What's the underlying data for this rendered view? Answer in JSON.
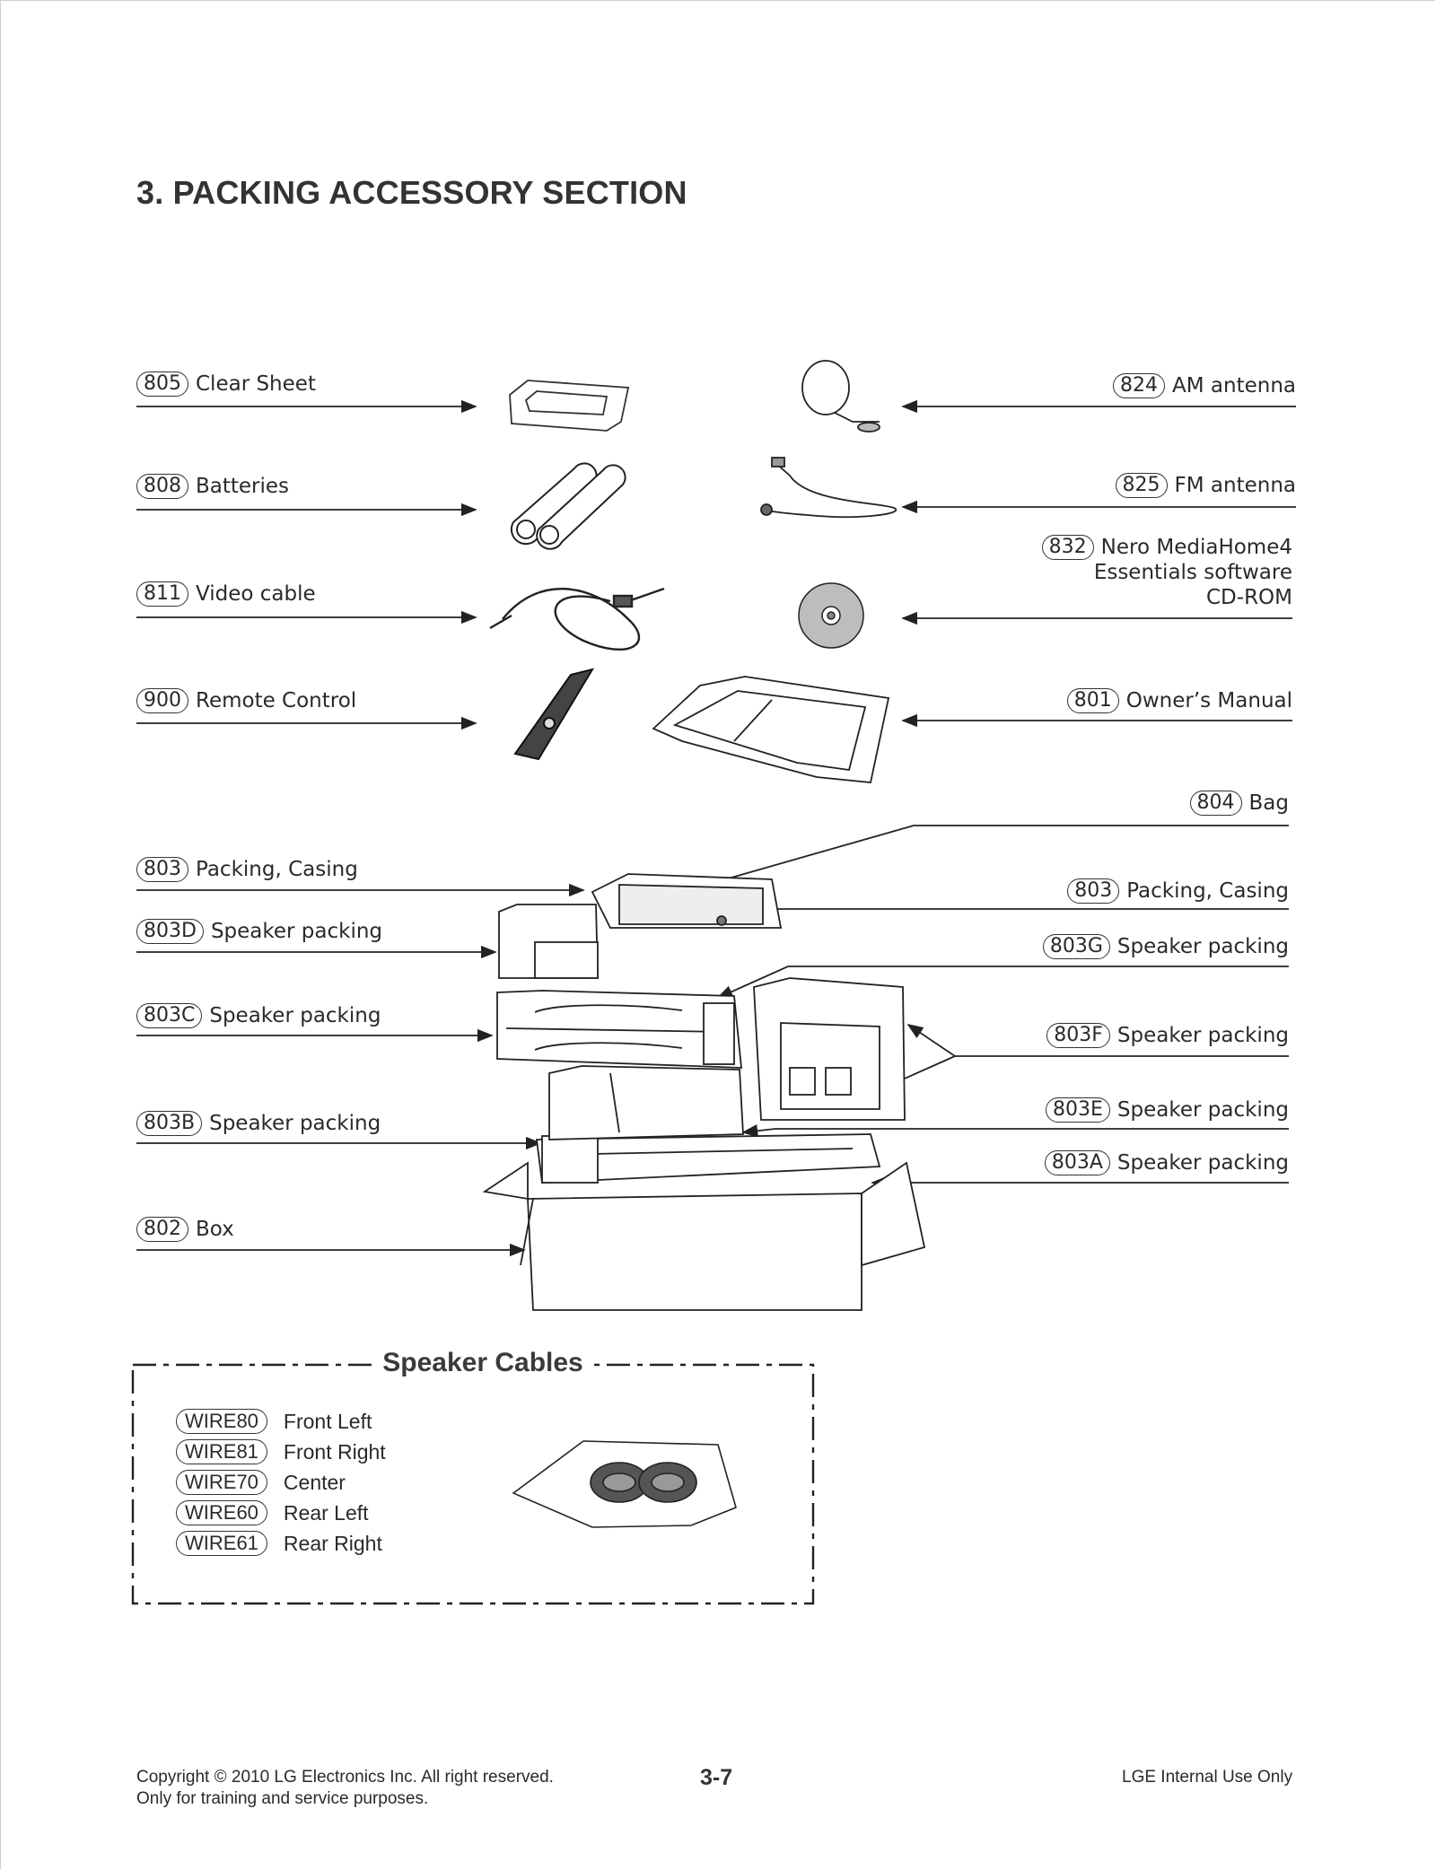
{
  "title": "3. PACKING ACCESSORY SECTION",
  "left_items": [
    {
      "num": "805",
      "label": "Clear Sheet"
    },
    {
      "num": "808",
      "label": "Batteries"
    },
    {
      "num": "811",
      "label": "Video cable"
    },
    {
      "num": "900",
      "label": "Remote Control"
    },
    {
      "num": "803",
      "label": "Packing, Casing"
    },
    {
      "num": "803D",
      "label": "Speaker packing"
    },
    {
      "num": "803C",
      "label": "Speaker packing"
    },
    {
      "num": "803B",
      "label": "Speaker packing"
    },
    {
      "num": "802",
      "label": "Box"
    }
  ],
  "right_items": [
    {
      "num": "824",
      "label": "AM antenna"
    },
    {
      "num": "825",
      "label": "FM antenna"
    },
    {
      "num": "832",
      "label": "Nero MediaHome4",
      "line2": "Essentials software",
      "line3": "CD-ROM"
    },
    {
      "num": "801",
      "label": "Owner’s Manual"
    },
    {
      "num": "804",
      "label": "Bag"
    },
    {
      "num": "803",
      "label": "Packing, Casing"
    },
    {
      "num": "803G",
      "label": "Speaker packing"
    },
    {
      "num": "803F",
      "label": "Speaker packing"
    },
    {
      "num": "803E",
      "label": "Speaker packing"
    },
    {
      "num": "803A",
      "label": "Speaker packing"
    }
  ],
  "speaker_cables": {
    "title": "Speaker Cables",
    "wires": [
      {
        "num": "WIRE80",
        "label": "Front Left"
      },
      {
        "num": "WIRE81",
        "label": "Front Right"
      },
      {
        "num": "WIRE70",
        "label": "Center"
      },
      {
        "num": "WIRE60",
        "label": "Rear Left"
      },
      {
        "num": "WIRE61",
        "label": "Rear Right"
      }
    ]
  },
  "footer": {
    "copyright": "Copyright © 2010 LG Electronics Inc. All right reserved.",
    "purpose": "Only for training and service purposes.",
    "page": "3-7",
    "internal": "LGE Internal Use Only"
  }
}
